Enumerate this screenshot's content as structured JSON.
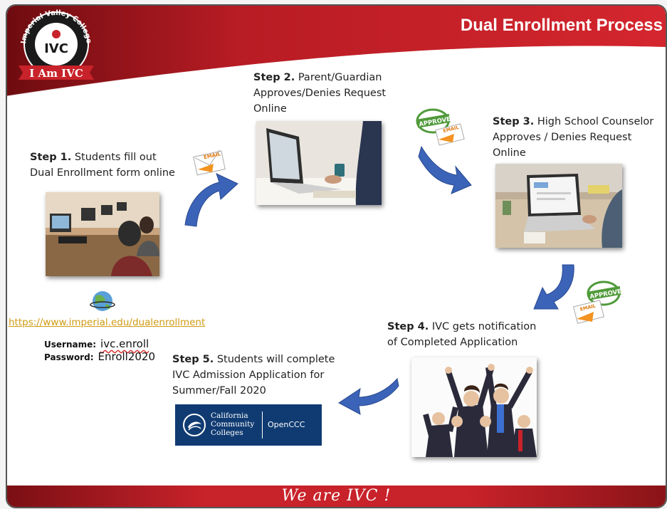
{
  "title": "Dual Enrollment Process",
  "footer": "We are IVC !",
  "logo": {
    "ring_text": "Imperial Valley College",
    "banner_text": "I Am IVC",
    "monogram": "IVC"
  },
  "steps": [
    {
      "label": "Step 1.",
      "lines": [
        "Students fill out",
        "Dual Enrollment form online"
      ]
    },
    {
      "label": "Step 2.",
      "lines": [
        "Parent/Guardian",
        "Approves/Denies Request",
        "Online"
      ]
    },
    {
      "label": "Step 3.",
      "lines": [
        "High School Counselor",
        "Approves / Denies Request",
        "Online"
      ]
    },
    {
      "label": "Step 4.",
      "lines": [
        "IVC gets notification",
        "of Completed Application"
      ]
    },
    {
      "label": "Step 5.",
      "lines": [
        "Students will complete",
        "IVC Admission Application for",
        "Summer/Fall 2020"
      ]
    }
  ],
  "link": "https://www.imperial.edu/dualenrollment",
  "credentials": {
    "username_label": "Username:",
    "username": "ivc.enroll",
    "password_label": "Password:",
    "password": "Enroll2020"
  },
  "email_tag": "EMAIL",
  "approved_stamp": "APPROVED",
  "cccapply": {
    "line1": "California",
    "line2": "Community",
    "line3": "Colleges",
    "brand": "OpenCCC"
  },
  "colors": {
    "header_red": "#c8222a",
    "arrow_blue": "#3b63b8",
    "link_gold": "#d09a12",
    "ccc_navy": "#103b72"
  }
}
